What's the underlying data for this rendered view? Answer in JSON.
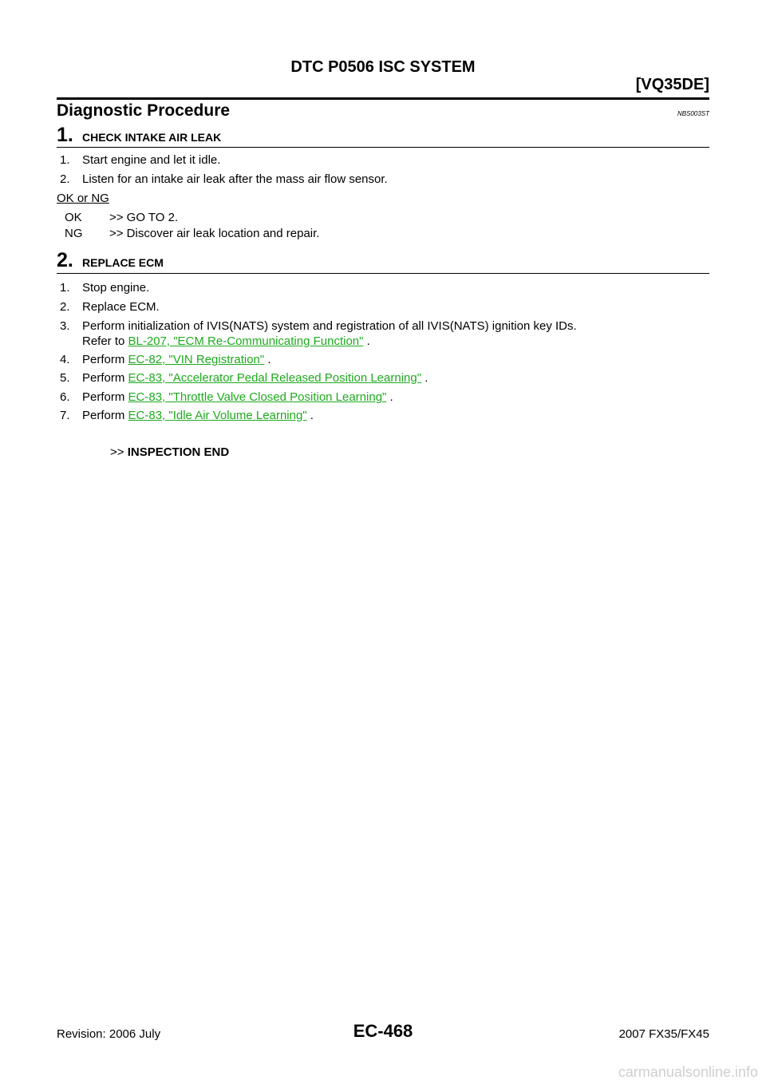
{
  "header": {
    "title": "DTC P0506 ISC SYSTEM",
    "engine": "[VQ35DE]"
  },
  "section": {
    "title": "Diagnostic Procedure",
    "ref": "NBS003ST"
  },
  "step1": {
    "num": "1.",
    "title": "CHECK INTAKE AIR LEAK",
    "items": [
      {
        "num": "1.",
        "text": "Start engine and let it idle."
      },
      {
        "num": "2.",
        "text": "Listen for an intake air leak after the mass air flow sensor."
      }
    ],
    "check_label": "OK or NG",
    "results": [
      {
        "code": "OK",
        "text": ">> GO TO 2."
      },
      {
        "code": "NG",
        "text": ">> Discover air leak location and repair."
      }
    ]
  },
  "step2": {
    "num": "2.",
    "title": "REPLACE ECM",
    "items": [
      {
        "num": "1.",
        "text": "Stop engine."
      },
      {
        "num": "2.",
        "text": "Replace ECM."
      },
      {
        "num": "3.",
        "text": "Perform initialization of IVIS(NATS) system and registration of all IVIS(NATS) ignition key IDs."
      }
    ],
    "item3_cont_prefix": "Refer to ",
    "item3_link": "BL-207, \"ECM Re-Communicating Function\"",
    "item3_suffix": " .",
    "perform_items": [
      {
        "num": "4.",
        "prefix": "Perform ",
        "link": "EC-82, \"VIN Registration\"",
        "suffix": " ."
      },
      {
        "num": "5.",
        "prefix": "Perform ",
        "link": "EC-83, \"Accelerator Pedal Released Position Learning\"",
        "suffix": " ."
      },
      {
        "num": "6.",
        "prefix": "Perform ",
        "link": "EC-83, \"Throttle Valve Closed Position Learning\"",
        "suffix": " ."
      },
      {
        "num": "7.",
        "prefix": "Perform ",
        "link": "EC-83, \"Idle Air Volume Learning\"",
        "suffix": " ."
      }
    ],
    "end_prefix": ">>",
    "end_text": "INSPECTION END"
  },
  "footer": {
    "revision": "Revision: 2006 July",
    "page": "EC-468",
    "model": "2007 FX35/FX45"
  },
  "watermark": "carmanualsonline.info",
  "colors": {
    "link": "#1faa1f",
    "watermark": "#cfcfcf"
  }
}
